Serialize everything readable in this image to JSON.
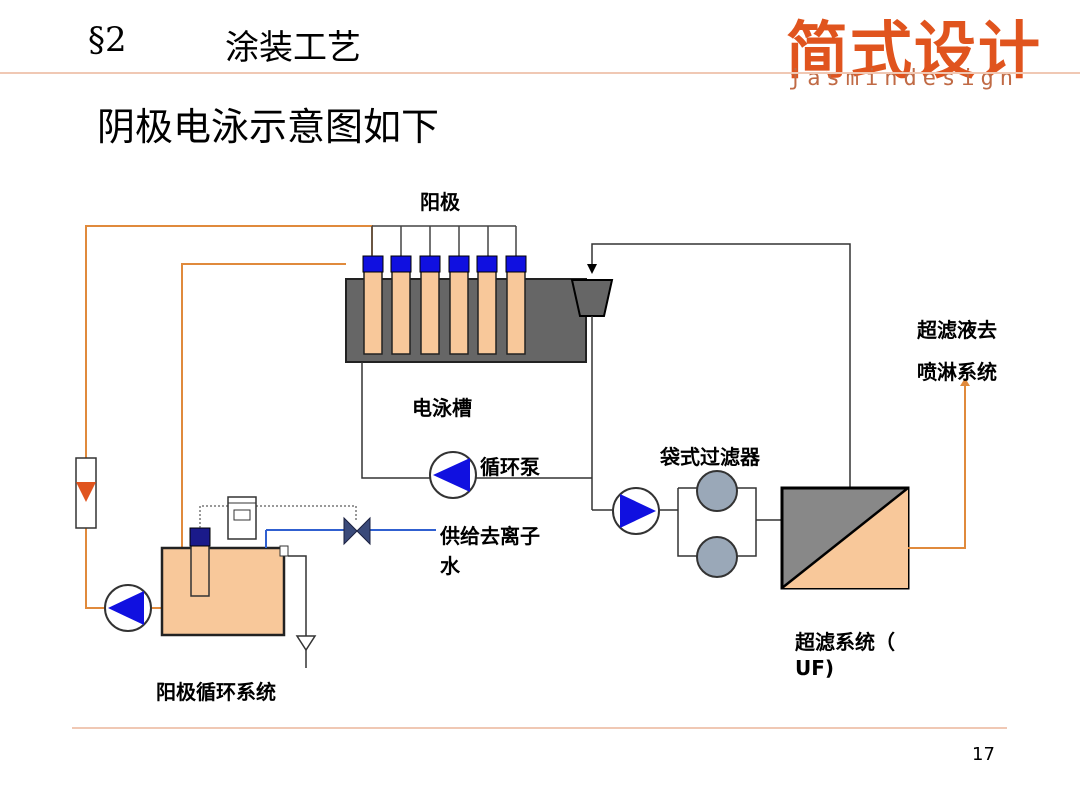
{
  "header": {
    "section": "§2",
    "title": "涂装工艺",
    "logo_cn": "简式设计",
    "logo_en": "jasmindesign"
  },
  "subtitle": "阴极电泳示意图如下",
  "labels": {
    "anode": "阳极",
    "tank": "电泳槽",
    "circulation_pump": "循环泵",
    "bag_filter": "袋式过滤器",
    "uf_to_spray_1": "超滤液去",
    "uf_to_spray_2": "喷淋系统",
    "di_water_1": "供给去离子",
    "di_water_2": "水",
    "anode_system": "阳极循环系统",
    "uf_system_1": "超滤系统（",
    "uf_system_2": "UF)"
  },
  "colors": {
    "anode_pipe": "#e08a3c",
    "anode_cap": "#1010e0",
    "anode_body": "#f8c89a",
    "tank": "#666666",
    "pump_arrow": "#1010e0",
    "filter": "#9aa8b8",
    "di_water_line": "#3060d0",
    "accent": "#e0541e"
  },
  "page_number": "17"
}
